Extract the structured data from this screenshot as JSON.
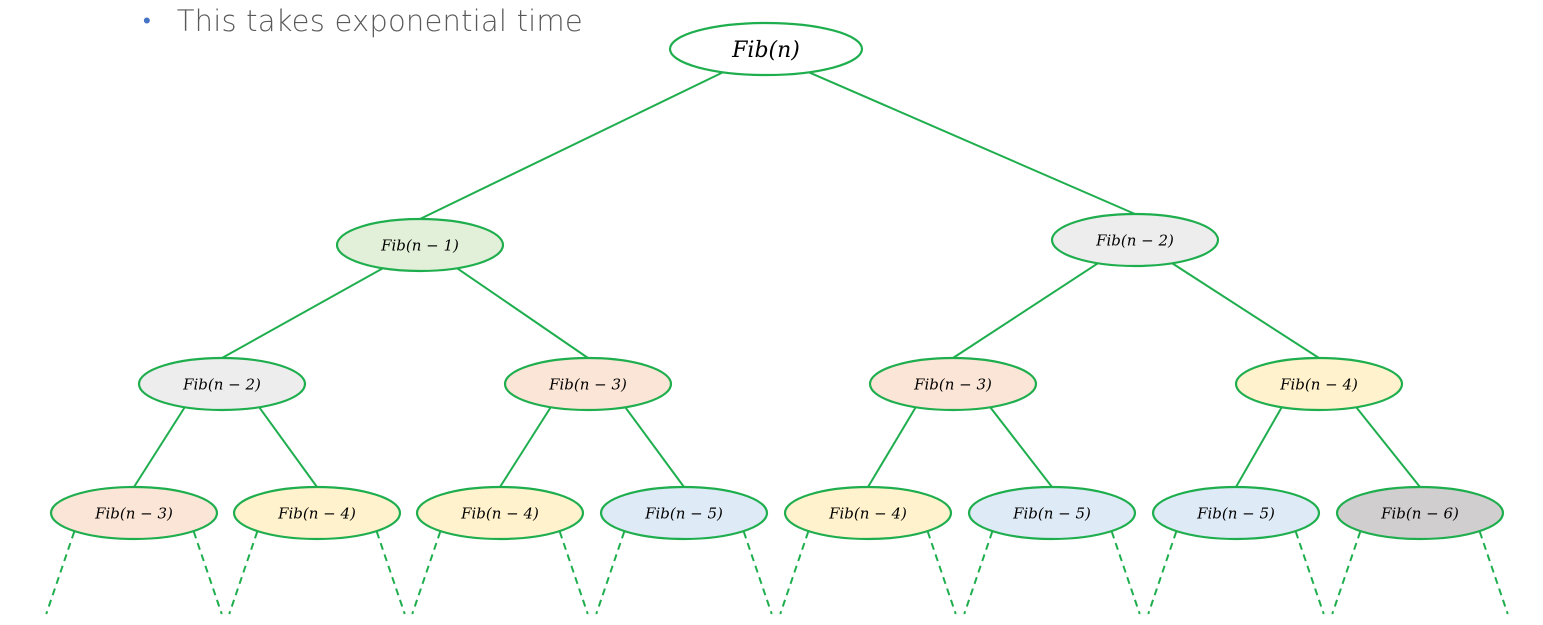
{
  "bullet": {
    "text": "This takes exponential time",
    "dot": "•",
    "dot_color": "#4472C4"
  },
  "tree": {
    "edge_color": "#1FAE4E",
    "node_stroke": "#1FAE4E",
    "palette": {
      "n": "#FFFFFF",
      "n-1": "#E2F0D9",
      "n-2": "#EDEDED",
      "n-3": "#FBE5D6",
      "n-4": "#FFF2CC",
      "n-5": "#DEEBF7",
      "n-6": "#D0CECE"
    },
    "root": {
      "label": "Fib(n)",
      "key": "n",
      "children": [
        {
          "label": "Fib(n − 1)",
          "key": "n-1",
          "children": [
            {
              "label": "Fib(n − 2)",
              "key": "n-2",
              "children": [
                {
                  "label": "Fib(n − 3)",
                  "key": "n-3",
                  "continues": true
                },
                {
                  "label": "Fib(n − 4)",
                  "key": "n-4",
                  "continues": true
                }
              ]
            },
            {
              "label": "Fib(n − 3)",
              "key": "n-3",
              "children": [
                {
                  "label": "Fib(n − 4)",
                  "key": "n-4",
                  "continues": true
                },
                {
                  "label": "Fib(n − 5)",
                  "key": "n-5",
                  "continues": true
                }
              ]
            }
          ]
        },
        {
          "label": "Fib(n − 2)",
          "key": "n-2",
          "children": [
            {
              "label": "Fib(n − 3)",
              "key": "n-3",
              "children": [
                {
                  "label": "Fib(n − 4)",
                  "key": "n-4",
                  "continues": true
                },
                {
                  "label": "Fib(n − 5)",
                  "key": "n-5",
                  "continues": true
                }
              ]
            },
            {
              "label": "Fib(n − 4)",
              "key": "n-4",
              "children": [
                {
                  "label": "Fib(n − 5)",
                  "key": "n-5",
                  "continues": true
                },
                {
                  "label": "Fib(n − 6)",
                  "key": "n-6",
                  "continues": true
                }
              ]
            }
          ]
        }
      ]
    }
  }
}
